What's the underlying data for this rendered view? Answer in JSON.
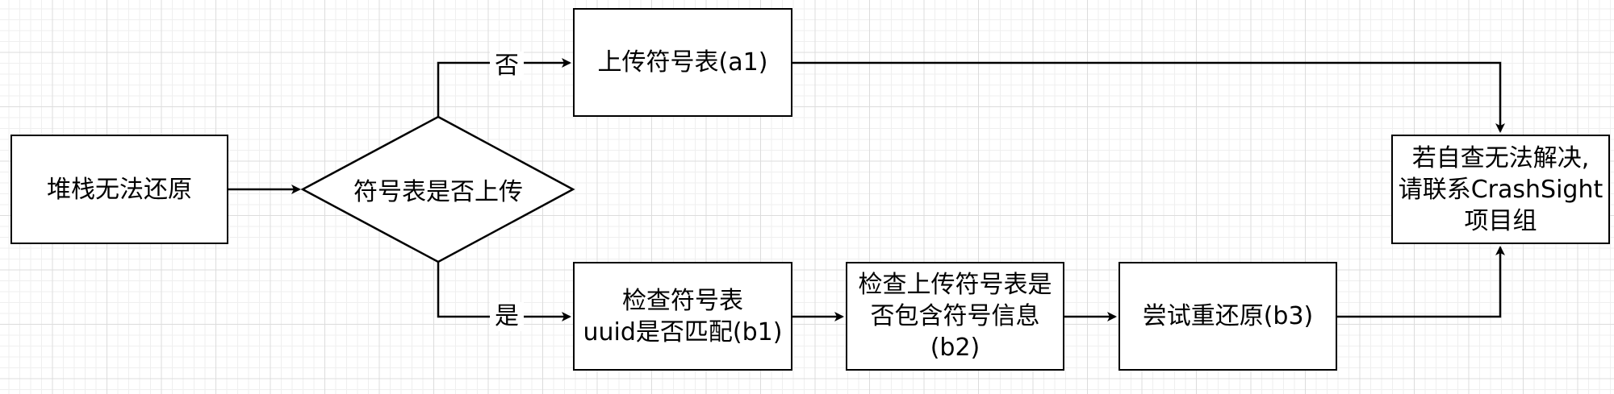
{
  "nodes": {
    "start": {
      "label": "堆栈无法还原"
    },
    "decision": {
      "label": "符号表是否上传"
    },
    "a1": {
      "label": "上传符号表(a1)"
    },
    "b1": {
      "label": "检查符号表\nuuid是否匹配(b1)"
    },
    "b2": {
      "label": "检查上传符号表是\n否包含符号信息\n(b2)"
    },
    "b3": {
      "label": "尝试重还原(b3)"
    },
    "contact": {
      "label": "若自查无法解决,\n请联系CrashSight\n项目组"
    }
  },
  "edges": {
    "no_label": "否",
    "yes_label": "是"
  },
  "colors": {
    "stroke": "#000000",
    "fill": "#ffffff"
  }
}
